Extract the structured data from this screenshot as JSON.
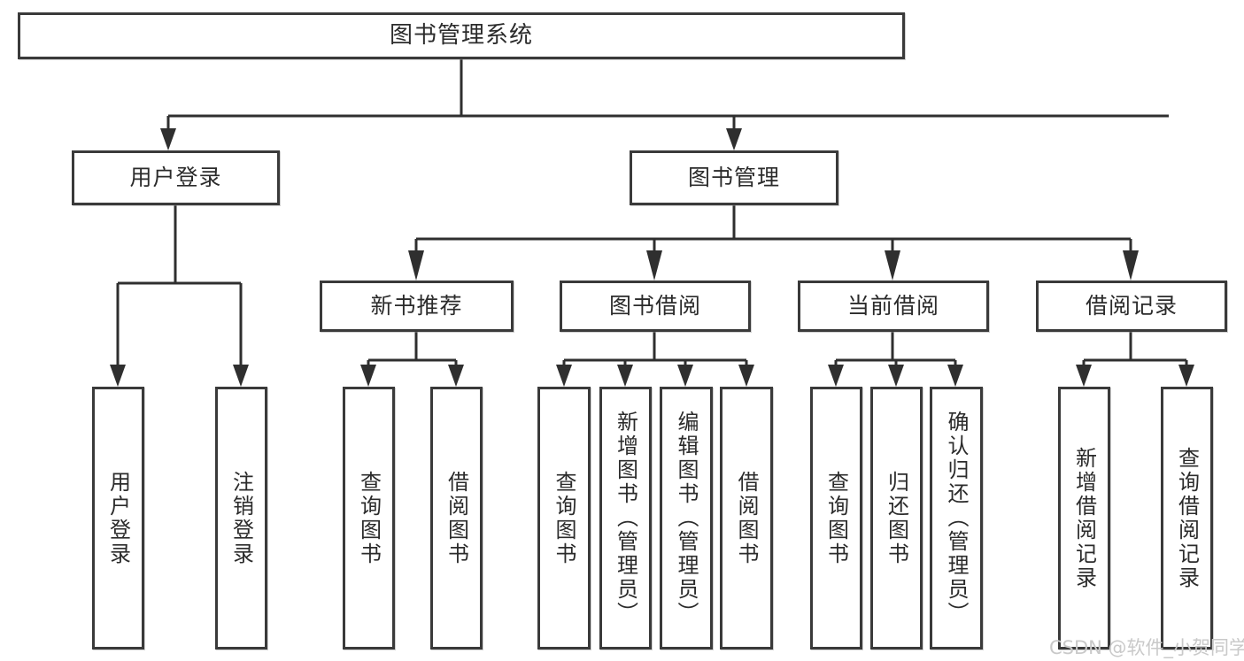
{
  "diagram": {
    "type": "tree",
    "title": "图书管理系统",
    "watermark": "CSDN @软件_小贺同学",
    "colors": {
      "box_border": "#3a3a3a",
      "line": "#2f2f2f",
      "text": "#2b2b2b",
      "background": "#ffffff",
      "watermark": "#c9c9c9"
    },
    "root": {
      "label": "图书管理系统"
    },
    "level2": [
      {
        "label": "用户登录"
      },
      {
        "label": "图书管理"
      }
    ],
    "level3": [
      {
        "label": "新书推荐"
      },
      {
        "label": "图书借阅"
      },
      {
        "label": "当前借阅"
      },
      {
        "label": "借阅记录"
      }
    ],
    "leaves": {
      "user_login": [
        {
          "label": "用户登录"
        },
        {
          "label": "注销登录"
        }
      ],
      "new_book_rec": [
        {
          "label": "查询图书"
        },
        {
          "label": "借阅图书"
        }
      ],
      "book_borrow": [
        {
          "label": "查询图书"
        },
        {
          "label": "新增图书（管理员）"
        },
        {
          "label": "编辑图书（管理员）"
        },
        {
          "label": "借阅图书"
        }
      ],
      "current_borrow": [
        {
          "label": "查询图书"
        },
        {
          "label": "归还图书"
        },
        {
          "label": "确认归还（管理员）"
        }
      ],
      "borrow_record": [
        {
          "label": "新增借阅记录"
        },
        {
          "label": "查询借阅记录"
        }
      ]
    }
  }
}
